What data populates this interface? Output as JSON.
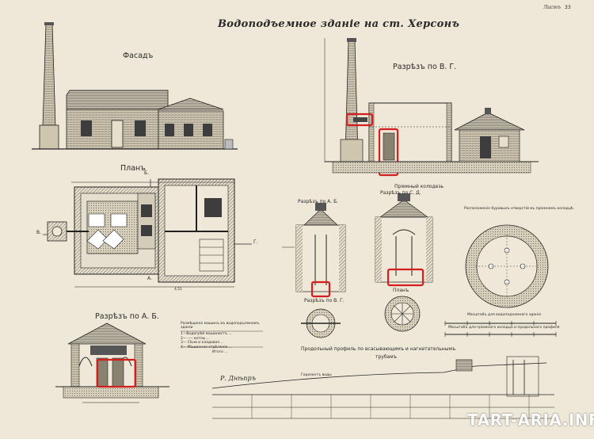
{
  "sheet": {
    "title": "Водоподъемное зданіе на ст. Херсонъ",
    "page_label": "Листъ",
    "page_number": "33"
  },
  "views": {
    "facade": "Фасадъ",
    "plan": "Планъ",
    "section_ab_left": "Разрѣзъ по А. Б.",
    "section_vg_top": "Разрѣзъ по В. Г.",
    "well_label": "Пріемный колодезь",
    "section_ab_well": "Разрѣзъ по А. Б.",
    "section_sd_well": "Разрѣзъ по С. Д.",
    "plan_well": "Планъ",
    "section_vg_well": "Разрѣзъ по В. Г.",
    "borehole_note": "Расположеніе буровыхъ отверстій въ пріемномъ колодцѣ.",
    "scale_note_1": "Масштабъ для водоподъемнаго зданія",
    "scale_note_2": "Масштабъ для пріемнаго колодца и продольнаго профиля",
    "profile_title_1": "Продольный профиль по всасывающимъ и нагнетательнымъ",
    "profile_title_2": "трубамъ",
    "river_label": "Р. Днѣпръ",
    "water_note": "Горизонтъ воды",
    "plan_dim": "4,51",
    "watermark": "TART-ARIA.INFO"
  },
  "plan_letters": {
    "A": "А.",
    "B": "Б.",
    "V": "В.",
    "G": "Г."
  },
  "legend": {
    "title": "Размѣщеніе машинъ въ водоподъемномъ зданіи",
    "rows": [
      "1—Водогрѣй машинистъ ...",
      "2— ---- котлы ...",
      "3— Сѣни и кладовая ...",
      "4— Машинное отдѣленіе ..."
    ],
    "total": "Итого ..."
  },
  "colors": {
    "paper": "#efe8d8",
    "ink": "#2a2a2a",
    "highlight": "#d41f1f"
  }
}
